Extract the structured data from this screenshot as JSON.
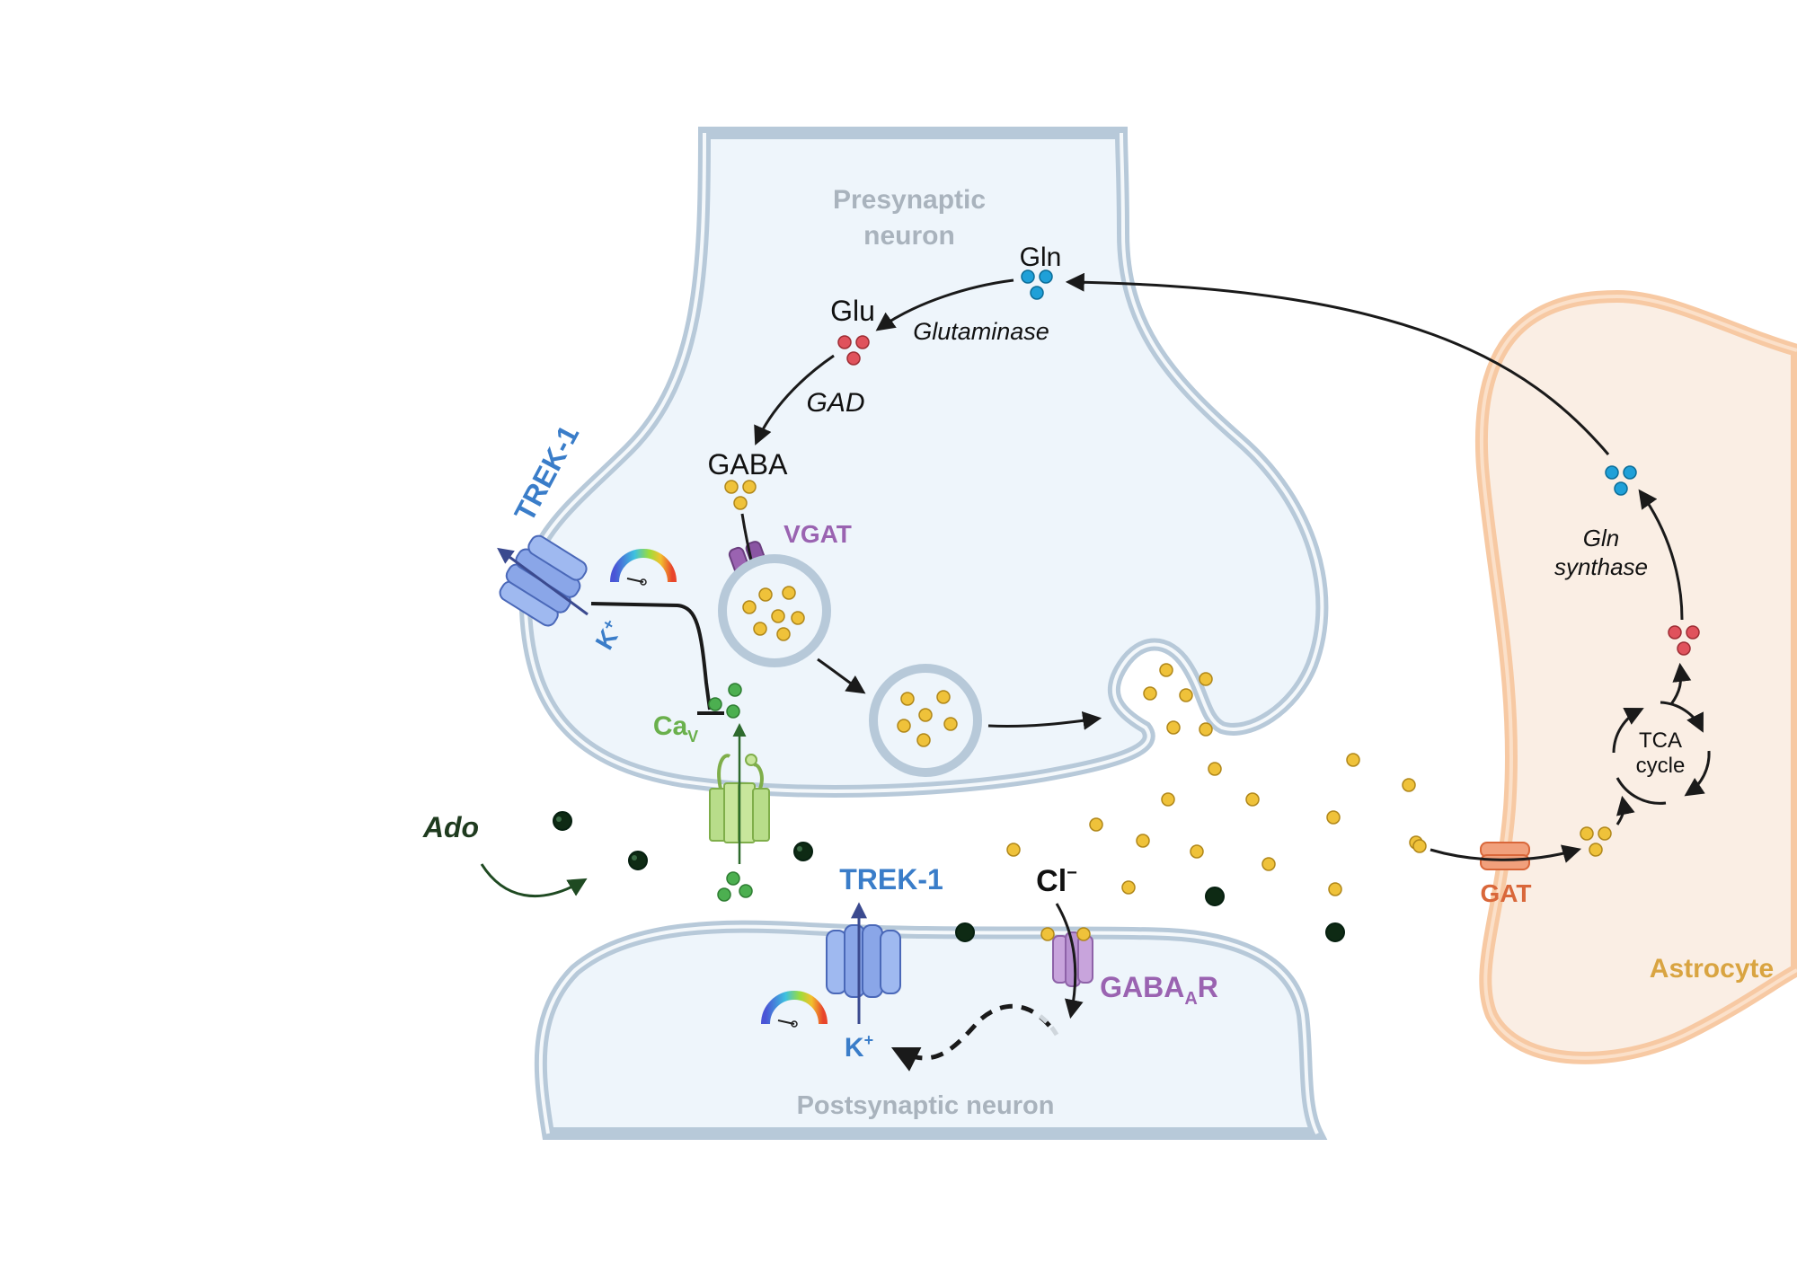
{
  "labels": {
    "presynaptic_line1": "Presynaptic",
    "presynaptic_line2": "neuron",
    "postsynaptic": "Postsynaptic neuron",
    "astrocyte": "Astrocyte",
    "gln": "Gln",
    "glu": "Glu",
    "glutaminase": "Glutaminase",
    "gad": "GAD",
    "gaba": "GABA",
    "vgat": "VGAT",
    "trek1_pre": "TREK-1",
    "trek1_post": "TREK-1",
    "k_pre": "K",
    "k_post": "K",
    "plus": "+",
    "cav": "Ca",
    "cav_sub": "V",
    "ado": "Ado",
    "cl": "Cl",
    "minus": "−",
    "gabaar": "GABA",
    "gabaar_sub": "A",
    "gabaar_r": "R",
    "gat": "GAT",
    "gln_synthase_line1": "Gln",
    "gln_synthase_line2": "synthase",
    "tca_line1": "TCA",
    "tca_line2": "cycle"
  },
  "colors": {
    "membrane": "#b7c9d9",
    "cytoplasm": "#eef5fb",
    "astro_membrane": "#f7c9a3",
    "astro_fill": "#faeee4",
    "gaba_dot": "#efc23a",
    "gln_dot": "#1fa0d8",
    "glu_dot": "#e0525c",
    "ca_dot": "#4caf50",
    "ado_dot": "#0e2a14",
    "trek_blue": "#3a7dc9",
    "vgat_purple": "#9a63b1",
    "cav_green": "#6ab04c",
    "gat_orange": "#d9673a",
    "astro_label": "#d9a441",
    "neuron_label": "#a9b3bd"
  },
  "icons": [
    "gauge-icon",
    "channel-icon",
    "transporter-icon"
  ]
}
